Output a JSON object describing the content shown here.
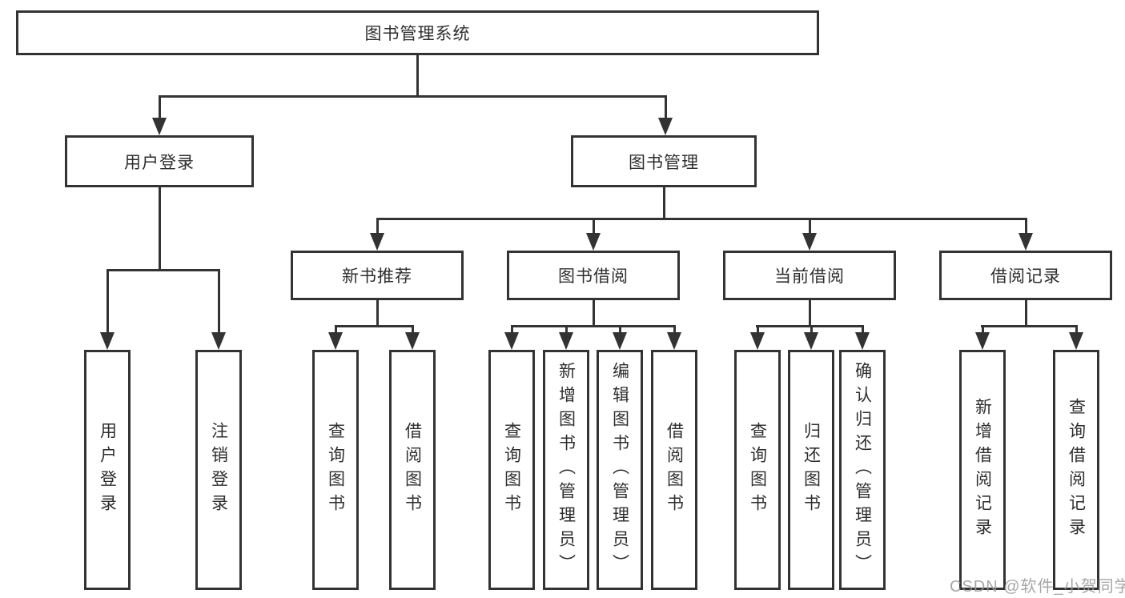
{
  "diagram_type": "hierarchy-tree",
  "colors": {
    "line": "#333333",
    "box_background": "#ffffff",
    "text": "#2e2e2e",
    "watermark": "#9b9b9b",
    "background": "#ffffff"
  },
  "watermark": {
    "text": "CSDN @软件_小贺同学"
  },
  "nodes": [
    {
      "id": "root",
      "label": "图书管理系统",
      "parent": null
    },
    {
      "id": "user-login-group",
      "label": "用户登录",
      "parent": "root"
    },
    {
      "id": "book-management",
      "label": "图书管理",
      "parent": "root"
    },
    {
      "id": "new-book-recommend",
      "label": "新书推荐",
      "parent": "book-management"
    },
    {
      "id": "book-borrowing",
      "label": "图书借阅",
      "parent": "book-management"
    },
    {
      "id": "current-borrowing",
      "label": "当前借阅",
      "parent": "book-management"
    },
    {
      "id": "borrowing-records",
      "label": "借阅记录",
      "parent": "book-management"
    },
    {
      "id": "user-login",
      "label": "用户登录",
      "parent": "user-login-group"
    },
    {
      "id": "logout",
      "label": "注销登录",
      "parent": "user-login-group"
    },
    {
      "id": "query-books-recommend",
      "label": "查询图书",
      "parent": "new-book-recommend"
    },
    {
      "id": "borrow-books-recommend",
      "label": "借阅图书",
      "parent": "new-book-recommend"
    },
    {
      "id": "query-books-borrowing",
      "label": "查询图书",
      "parent": "book-borrowing"
    },
    {
      "id": "add-books-admin",
      "label": "新增图书（管理员）",
      "parent": "book-borrowing"
    },
    {
      "id": "edit-books-admin",
      "label": "编辑图书（管理员）",
      "parent": "book-borrowing"
    },
    {
      "id": "borrow-books-borrowing",
      "label": "借阅图书",
      "parent": "book-borrowing"
    },
    {
      "id": "query-books-current",
      "label": "查询图书",
      "parent": "current-borrowing"
    },
    {
      "id": "return-books",
      "label": "归还图书",
      "parent": "current-borrowing"
    },
    {
      "id": "confirm-return-admin",
      "label": "确认归还（管理员）",
      "parent": "current-borrowing"
    },
    {
      "id": "add-borrow-record",
      "label": "新增借阅记录",
      "parent": "borrowing-records"
    },
    {
      "id": "query-borrow-record",
      "label": "查询借阅记录",
      "parent": "borrowing-records"
    }
  ]
}
